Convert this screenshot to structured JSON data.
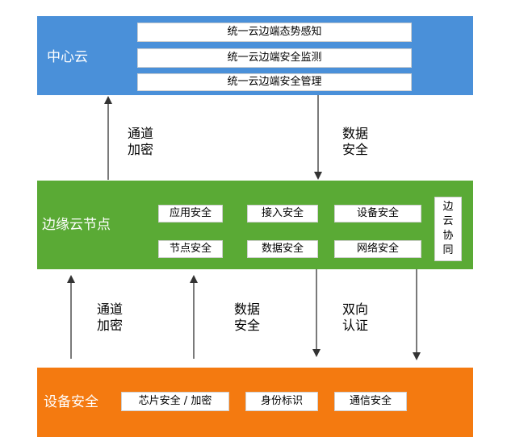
{
  "center_cloud": {
    "title": "中心云",
    "items": [
      "统一云边端态势感知",
      "统一云边端安全监测",
      "统一云边端安全管理"
    ],
    "color": "#4a90d9"
  },
  "edge_node": {
    "title": "边缘云节点",
    "row1": [
      "应用安全",
      "接入安全",
      "设备安全"
    ],
    "row2": [
      "节点安全",
      "数据安全",
      "网络安全"
    ],
    "side": [
      "边",
      "云",
      "协",
      "同"
    ],
    "color": "#5aaa35"
  },
  "device": {
    "title": "设备安全",
    "items": [
      "芯片安全 / 加密",
      "身份标识",
      "通信安全"
    ],
    "color": "#f47a10"
  },
  "labels": {
    "upper_left": [
      "通道",
      "加密"
    ],
    "upper_right": [
      "数据",
      "安全"
    ],
    "lower_left": [
      "通道",
      "加密"
    ],
    "lower_mid": [
      "数据",
      "安全"
    ],
    "lower_right": [
      "双向",
      "认证"
    ]
  }
}
